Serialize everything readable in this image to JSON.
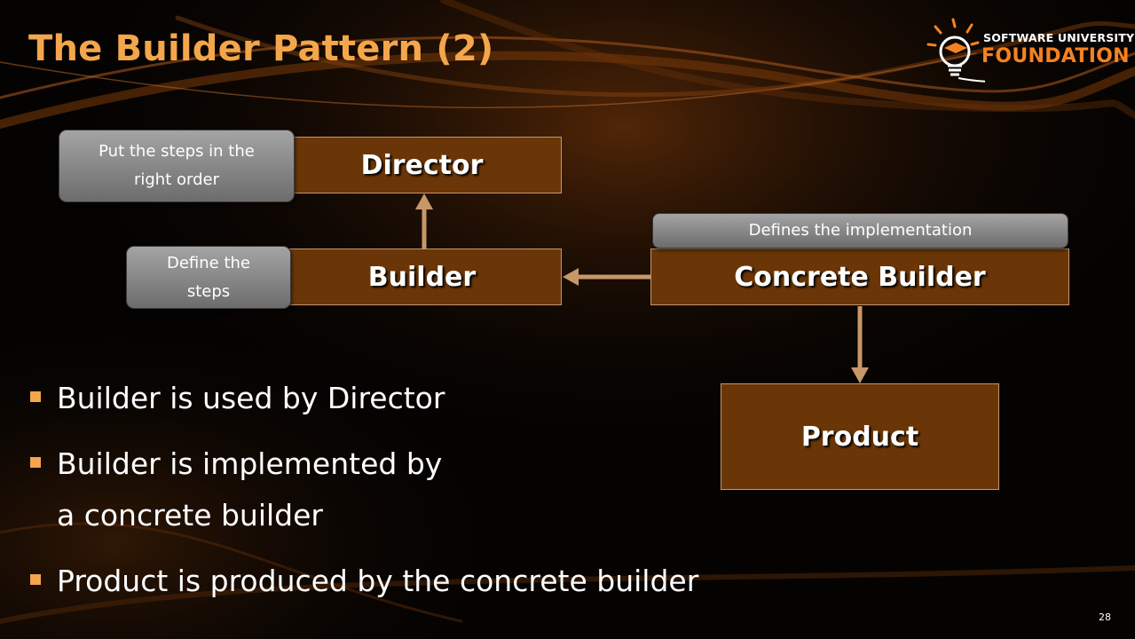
{
  "slide": {
    "title": "The Builder Pattern (2)",
    "page_number": "28"
  },
  "logo": {
    "line1": "SOFTWARE UNIVERSITY",
    "line2": "FOUNDATION",
    "icon": "lightbulb-graduation-icon"
  },
  "diagram": {
    "director": "Director",
    "builder": "Builder",
    "concrete_builder": "Concrete Builder",
    "product": "Product",
    "notes": {
      "director_note": [
        "Put the steps in the",
        "right order"
      ],
      "builder_note": [
        "Define the",
        "steps"
      ],
      "concrete_note": "Defines the implementation"
    }
  },
  "bullets": [
    {
      "line1": "Builder is used by Director",
      "line2": ""
    },
    {
      "line1": "Builder is implemented by",
      "line2": "a concrete builder"
    },
    {
      "line1": "Product is produced by the concrete builder",
      "line2": ""
    }
  ],
  "colors": {
    "title": "#f3a64b",
    "box_fill": "#6a3607",
    "box_border": "#c79768",
    "arrow": "#c79768",
    "note_fill": "#8a8a8a",
    "logo_accent": "#f58220"
  }
}
